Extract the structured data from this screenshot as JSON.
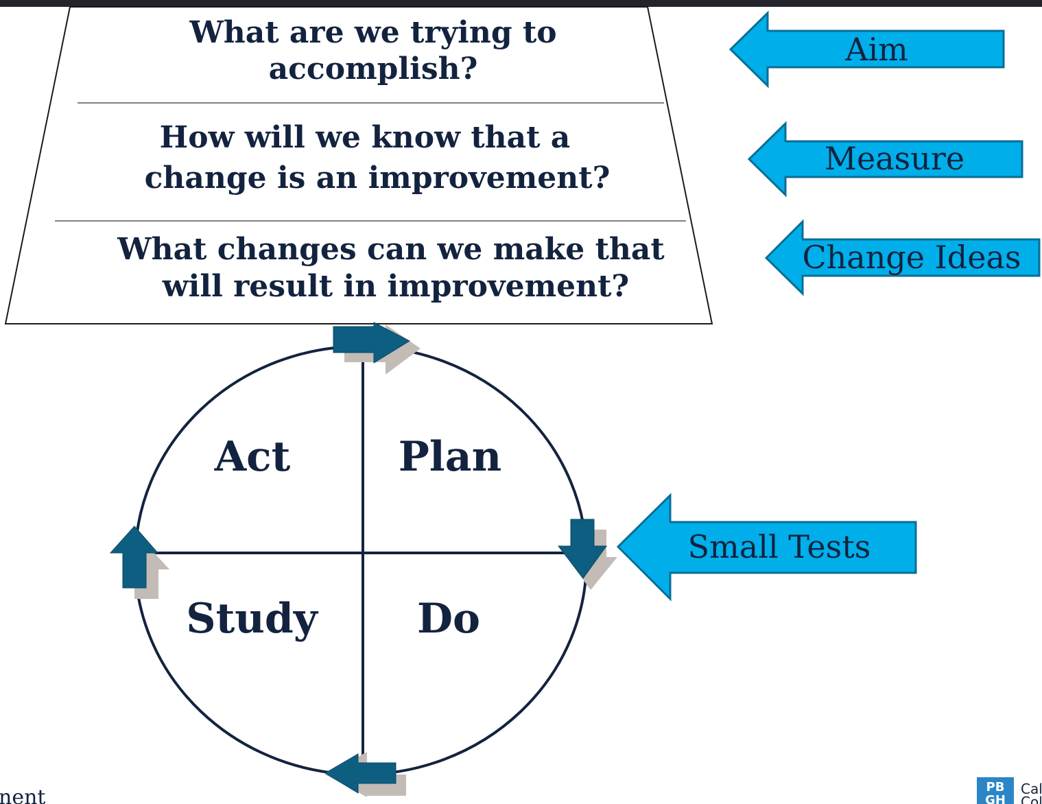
{
  "questions": {
    "aim_line1": "What are we trying to",
    "aim_line2": "accomplish?",
    "measure_line1": "How will we know that a",
    "measure_line2": "change is an improvement?",
    "change_line1": "What changes can we make that",
    "change_line2": "will result in improvement?"
  },
  "side_arrows": {
    "aim": "Aim",
    "measure": "Measure",
    "change_ideas": "Change Ideas",
    "small_tests": "Small Tests"
  },
  "pdsa": {
    "act": "Act",
    "plan": "Plan",
    "study": "Study",
    "do": "Do"
  },
  "footer": {
    "left_fragment": "nent",
    "logo_letters_top": "PB",
    "logo_letters_bottom": "GH",
    "logo_text_top": "Cal",
    "logo_text_bottom": "Col"
  },
  "colors": {
    "navy_text": "#13233f",
    "cycle_arrow": "#0d5e80",
    "cycle_shadow": "#c3bbb6",
    "callout_fill": "#00aeea",
    "callout_stroke": "#0a6e96",
    "top_bar": "#23242c"
  }
}
